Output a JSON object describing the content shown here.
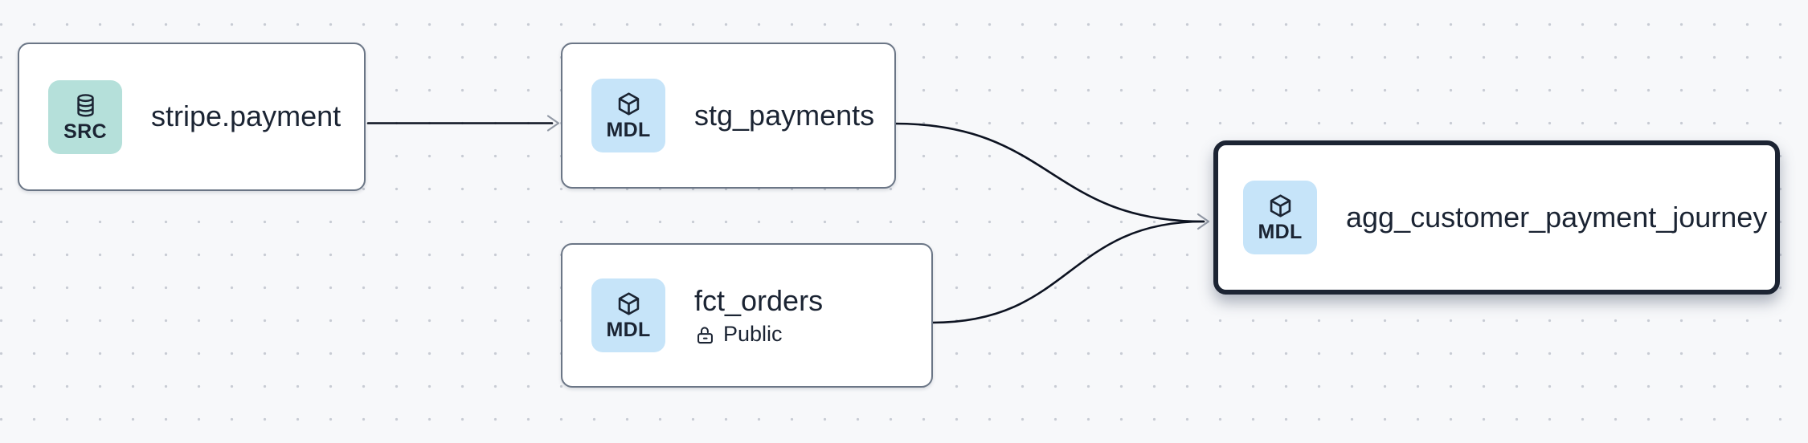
{
  "diagram": {
    "type": "lineage-graph",
    "background_pattern": "dot-grid"
  },
  "colors": {
    "background": "#f7f8fa",
    "grid_dot": "#c8ccd4",
    "node_fill": "#ffffff",
    "node_border": "#6b7686",
    "selected_border": "#1c2433",
    "badge_src_bg": "#b5e0da",
    "badge_mdl_bg": "#c6e4f9",
    "text": "#1b2433",
    "edge_line": "#0d1321",
    "arrowhead": "#939aa6"
  },
  "nodes": [
    {
      "id": "stripe.payment",
      "title": "stripe.payment",
      "badge_label": "SRC",
      "badge_icon": "database-icon",
      "kind": "source",
      "selected": false
    },
    {
      "id": "stg_payments",
      "title": "stg_payments",
      "badge_label": "MDL",
      "badge_icon": "cube-icon",
      "kind": "model",
      "selected": false
    },
    {
      "id": "fct_orders",
      "title": "fct_orders",
      "badge_label": "MDL",
      "badge_icon": "cube-icon",
      "kind": "model",
      "access": "Public",
      "access_icon": "lock-open-icon",
      "selected": false
    },
    {
      "id": "agg_customer_payment_journey",
      "title": "agg_customer_payment_journey",
      "badge_label": "MDL",
      "badge_icon": "cube-icon",
      "kind": "model",
      "selected": true
    }
  ],
  "edges": [
    {
      "from": "stripe.payment",
      "to": "stg_payments"
    },
    {
      "from": "stg_payments",
      "to": "agg_customer_payment_journey"
    },
    {
      "from": "fct_orders",
      "to": "agg_customer_payment_journey"
    }
  ]
}
